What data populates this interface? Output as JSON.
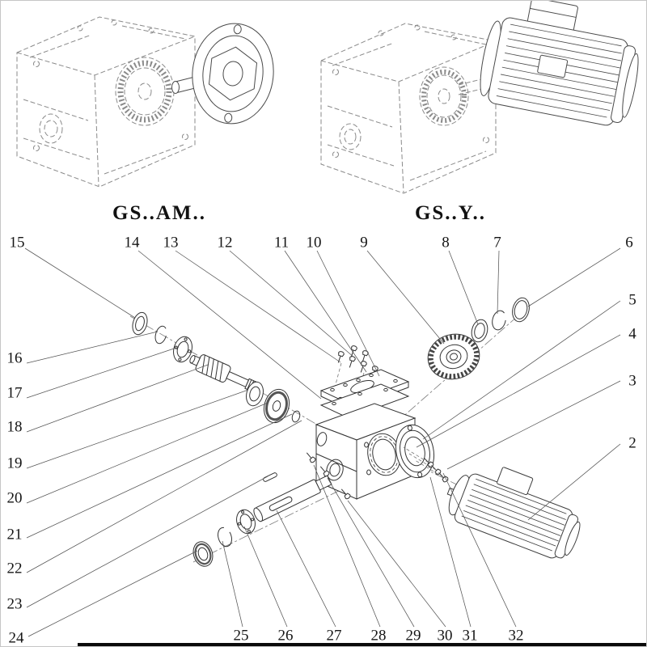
{
  "figures": {
    "left": {
      "label": "GS..AM.."
    },
    "right": {
      "label": "GS..Y.."
    }
  },
  "callouts": {
    "top": [
      "15",
      "14",
      "13",
      "12",
      "11",
      "10",
      "9",
      "8",
      "7",
      "6"
    ],
    "right": [
      "5",
      "4",
      "3",
      "2"
    ],
    "left": [
      "16",
      "17",
      "18",
      "19",
      "20",
      "21",
      "22",
      "23",
      "24"
    ],
    "bottom": [
      "25",
      "26",
      "27",
      "28",
      "29",
      "30",
      "31",
      "32"
    ]
  },
  "colors": {
    "solid_line": "#333333",
    "phantom_line": "#8a8a8a",
    "leader_line": "#555555"
  }
}
